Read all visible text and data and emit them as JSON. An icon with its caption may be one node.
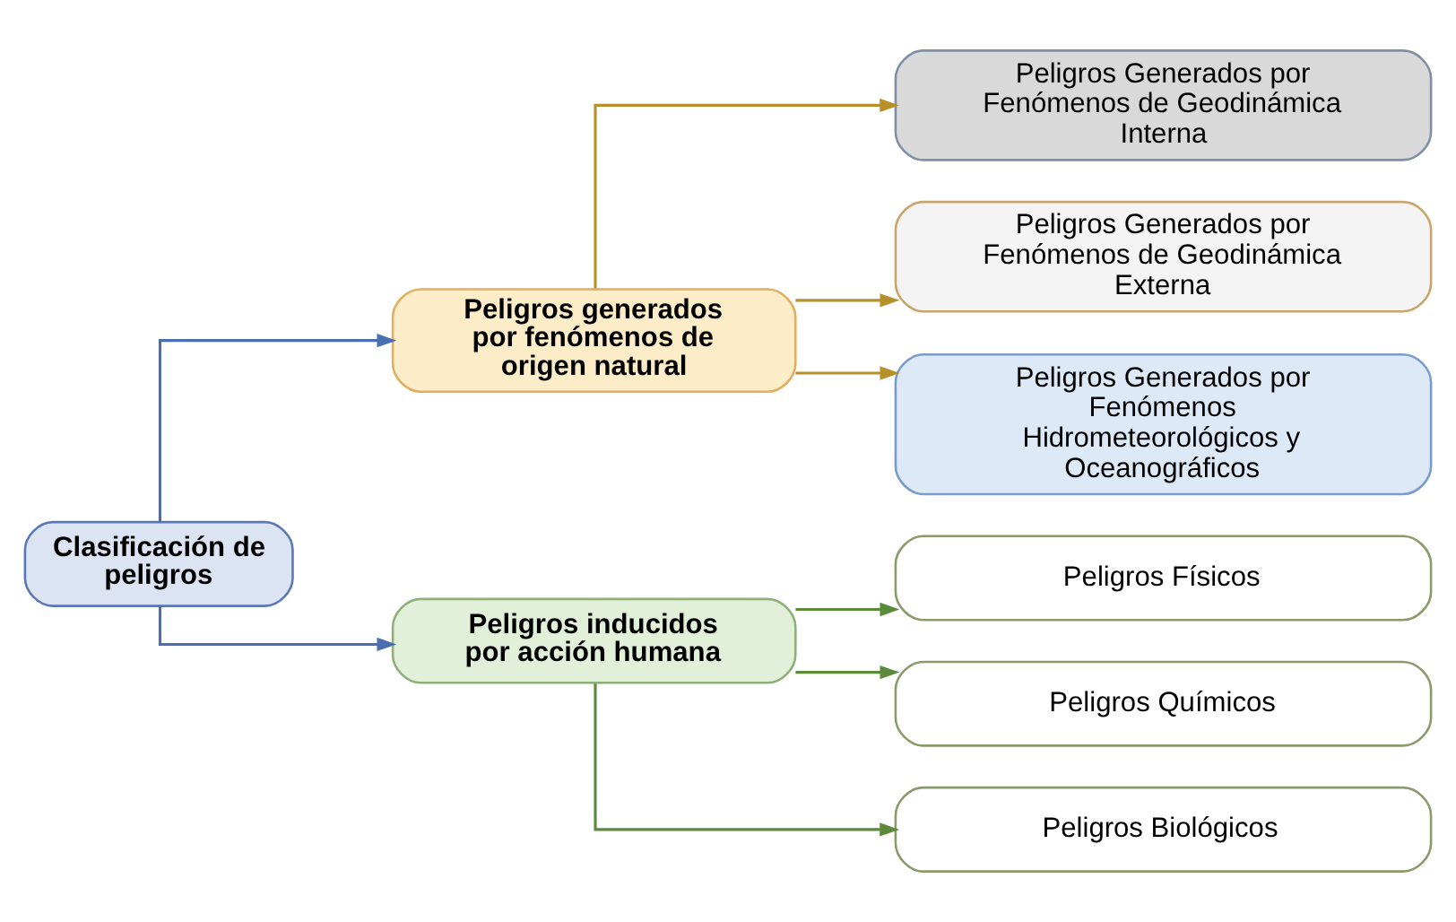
{
  "diagram": {
    "nodes": [
      {
        "text": [
          "Clasificación de peligros"
        ]
      },
      {
        "text": [
          "Peligros generados por fenómenos de origen natural"
        ]
      },
      {
        "text": [
          "Peligros inducidos por acción humana"
        ]
      },
      {
        "text": [
          "Peligros Generados por Fenómenos de Geodinámica Interna"
        ]
      },
      {
        "text": [
          "Peligros Generados por Fenómenos de Geodinámica Externa"
        ]
      },
      {
        "text": [
          "Peligros Generados por Fenómenos Hidrometeorológicos y Oceanográficos"
        ]
      },
      {
        "text": [
          "Peligros Físicos"
        ]
      },
      {
        "text": [
          "Peligros Químicos"
        ]
      },
      {
        "text": [
          "Peligros Biológicos"
        ]
      }
    ],
    "edges": [
      {
        "from": 0,
        "to": 1,
        "arrow": "to",
        "color": "#4a6fb0"
      },
      {
        "from": 0,
        "to": 2,
        "arrow": "to",
        "color": "#4a6fb0"
      },
      {
        "from": 1,
        "to": 3,
        "arrow": "to",
        "color": "#b8902a"
      },
      {
        "from": 1,
        "to": 4,
        "arrow": "to",
        "color": "#b8902a"
      },
      {
        "from": 1,
        "to": 5,
        "arrow": "to",
        "color": "#b8902a"
      },
      {
        "from": 2,
        "to": 6,
        "arrow": "to",
        "color": "#5a8a3a"
      },
      {
        "from": 2,
        "to": 7,
        "arrow": "to",
        "color": "#5a8a3a"
      },
      {
        "from": 2,
        "to": 8,
        "arrow": "to",
        "color": "#5a8a3a"
      }
    ]
  }
}
